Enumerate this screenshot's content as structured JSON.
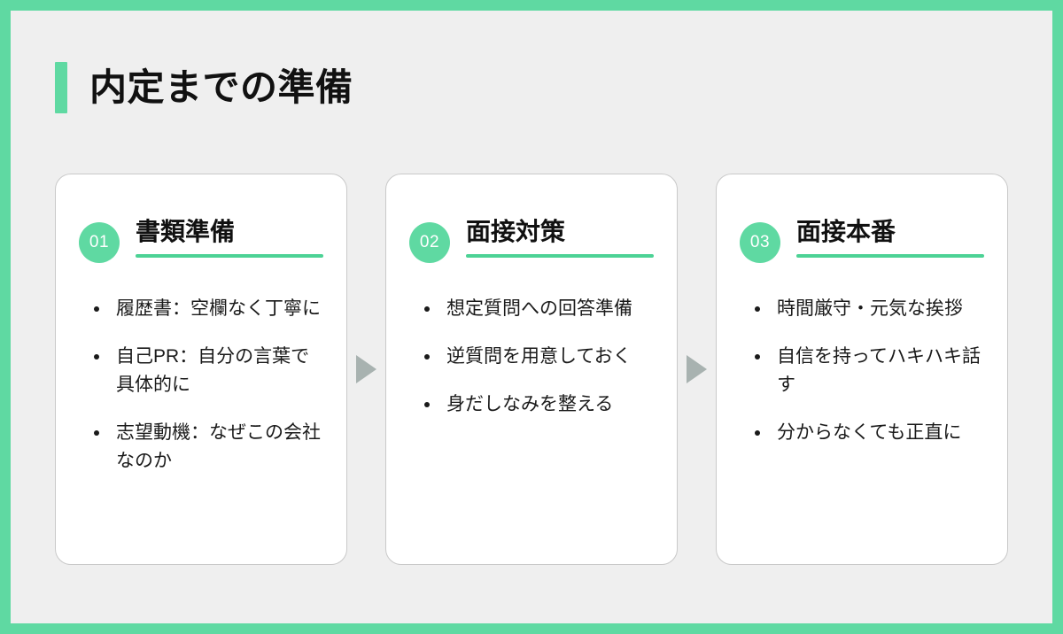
{
  "slide": {
    "title": "内定までの準備",
    "accent_color": "#5FD9A2",
    "border_color": "#5FD9A2",
    "background_color": "#EFEFEF",
    "card_background": "#FFFFFF",
    "arrow_color": "#A8B2B0",
    "arrow_icon": "triangle-right-icon"
  },
  "cards": [
    {
      "number": "01",
      "title": "書類準備",
      "bullets": [
        "履歴書：空欄なく丁寧に",
        "自己PR：自分の言葉で具体的に",
        "志望動機：なぜこの会社なのか"
      ]
    },
    {
      "number": "02",
      "title": "面接対策",
      "bullets": [
        "想定質問への回答準備",
        "逆質問を用意しておく",
        "身だしなみを整える"
      ]
    },
    {
      "number": "03",
      "title": "面接本番",
      "bullets": [
        "時間厳守・元気な挨拶",
        "自信を持ってハキハキ話す",
        "分からなくても正直に"
      ]
    }
  ]
}
